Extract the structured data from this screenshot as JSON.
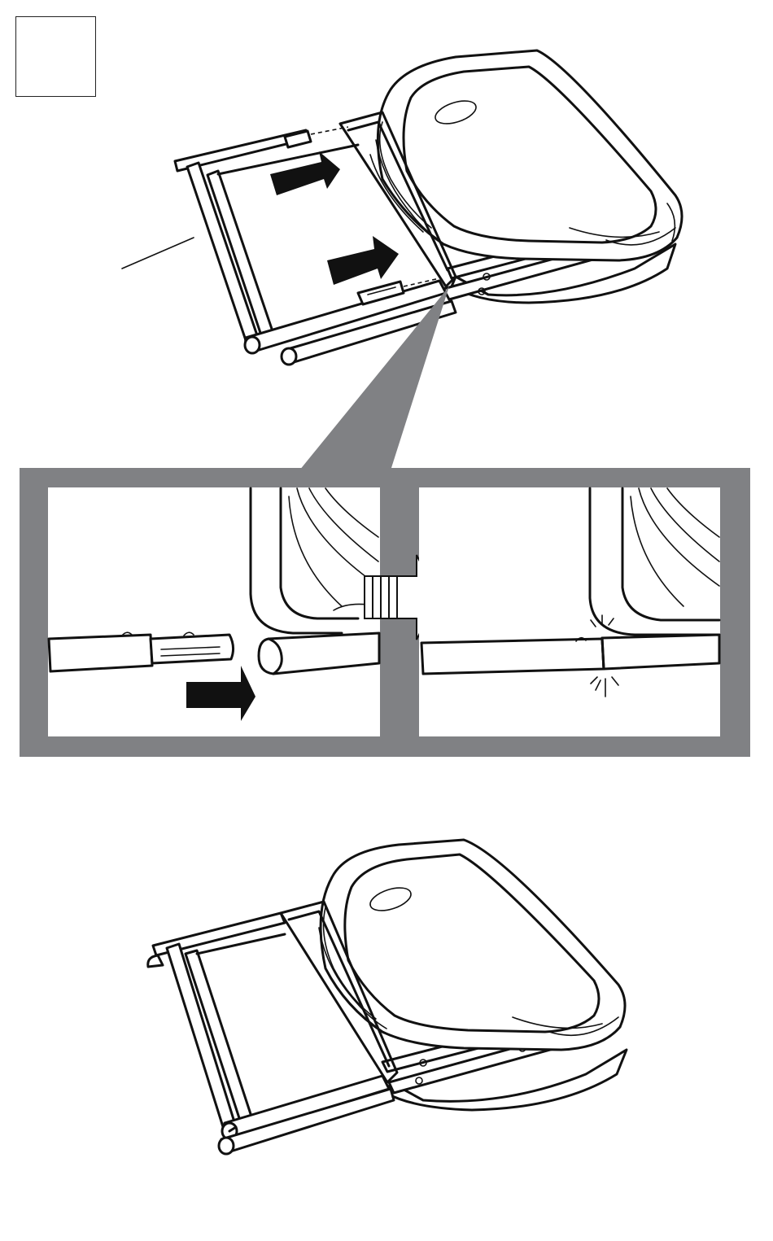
{
  "step": {
    "number": ""
  },
  "colors": {
    "line": "#111111",
    "panel": "#808184",
    "paper": "#ffffff"
  },
  "figures": [
    {
      "name": "before-assembly",
      "parts": [
        "front-frame",
        "seat",
        "push-arrows",
        "leader-line"
      ]
    },
    {
      "name": "detail-inset",
      "panels": [
        "detail-before-connection",
        "detail-after-connection"
      ],
      "connector": "transition-arrow-icon"
    },
    {
      "name": "after-assembly",
      "parts": [
        "front-frame",
        "seat"
      ]
    }
  ]
}
